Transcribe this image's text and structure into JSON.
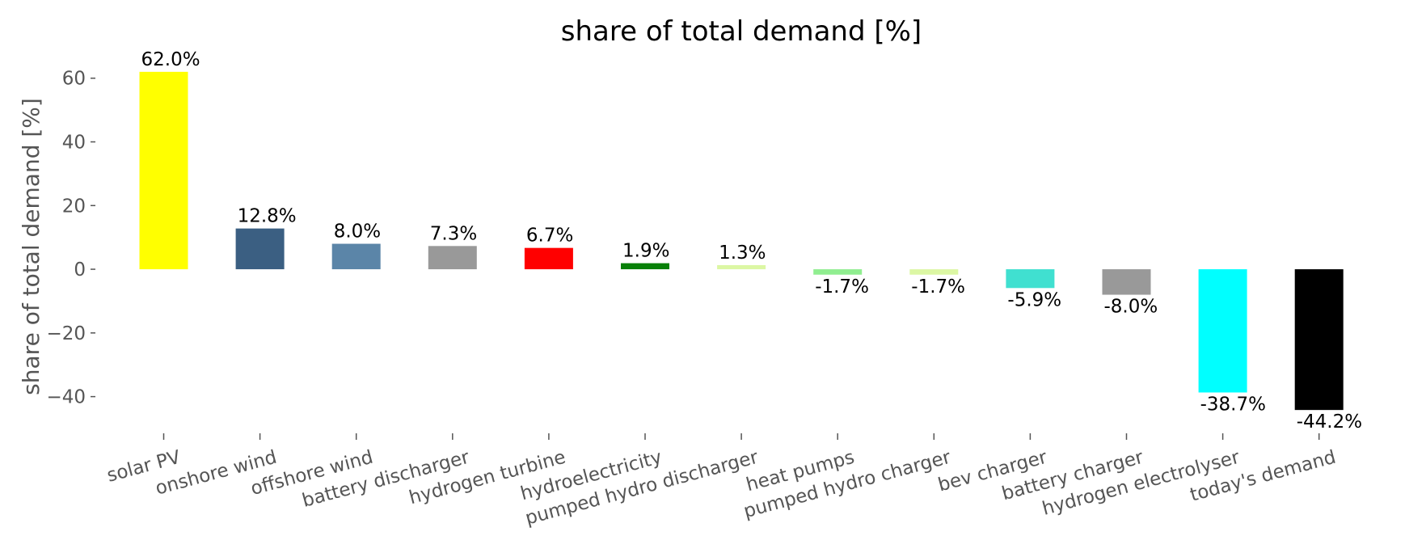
{
  "chart_data": {
    "type": "bar",
    "title": "share of total demand [%]",
    "xlabel": "",
    "ylabel": "share of total demand [%]",
    "ylim": [
      -50,
      64.5
    ],
    "yticks": [
      -40,
      -20,
      0,
      20,
      40,
      60
    ],
    "ytick_labels": [
      "−40",
      "−20",
      "0",
      "20",
      "40",
      "60"
    ],
    "grid": false,
    "categories": [
      "solar PV",
      "onshore wind",
      "offshore wind",
      "battery discharger",
      "hydrogen turbine",
      "hydroelectricity",
      "pumped hydro discharger",
      "heat pumps",
      "pumped hydro charger",
      "bev charger",
      "battery charger",
      "hydrogen electrolyser",
      "today's demand"
    ],
    "values": [
      62.0,
      12.8,
      8.0,
      7.3,
      6.7,
      1.9,
      1.3,
      -1.7,
      -1.7,
      -5.9,
      -8.0,
      -38.7,
      -44.2
    ],
    "data_labels": [
      "62.0%",
      "12.8%",
      "8.0%",
      "7.3%",
      "6.7%",
      "1.9%",
      "1.3%",
      "-1.7%",
      "-1.7%",
      "-5.9%",
      "-8.0%",
      "-38.7%",
      "-44.2%"
    ],
    "colors": [
      "#ffff00",
      "#3b5f82",
      "#5b85a8",
      "#999999",
      "#ff0000",
      "#088008",
      "#dcf7a4",
      "#90ee90",
      "#dcf7a4",
      "#40e0d0",
      "#999999",
      "#00ffff",
      "#000000"
    ]
  }
}
